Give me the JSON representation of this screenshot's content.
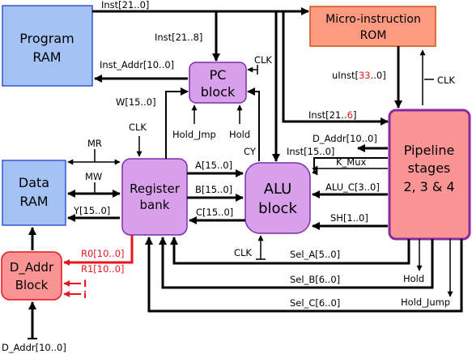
{
  "blocks": {
    "program_ram": {
      "line1": "Program",
      "line2": "RAM"
    },
    "micro_rom": {
      "line1": "Micro-instruction",
      "line2": "ROM"
    },
    "pc": {
      "line1": "PC",
      "line2": "block"
    },
    "data_ram": {
      "line1": "Data",
      "line2": "RAM"
    },
    "register_bank": {
      "line1": "Register",
      "line2": "bank"
    },
    "alu": {
      "line1": "ALU",
      "line2": "block"
    },
    "pipeline": {
      "line1": "Pipeline",
      "line2": "stages",
      "line3": "2, 3 & 4"
    },
    "d_addr": {
      "line1": "D_Addr",
      "line2": "Block"
    }
  },
  "signals": {
    "inst_top": "Inst[21..0]",
    "inst_21_8": "Inst[21..8]",
    "inst_addr": "Inst_Addr[10..0]",
    "clk_pc": "CLK",
    "uinst_prefix": "uInst[",
    "uinst_msb": "33",
    "uinst_suffix": "..0]",
    "clk_rom": "CLK",
    "w_bus": "W[15..0]",
    "inst_21_prefix": "Inst[21..",
    "inst_21_lsb": "6",
    "inst_21_suffix": "]",
    "clk_reg": "CLK",
    "hold_jmp": "Hold_Jmp",
    "hold": "Hold",
    "d_addr_bus": "D_Addr[10..0]",
    "mr": "MR",
    "cy": "CY",
    "inst_15": "Inst[15..0]",
    "a_bus": "A[15..0]",
    "k_mux": "K_Mux",
    "mw": "MW",
    "b_bus": "B[15..0]",
    "alu_c": "ALU_C[3..0]",
    "y_bus": "Y[15..0]",
    "c_bus": "C[15..0]",
    "sh": "SH[1..0]",
    "r0": "R0[10..0]",
    "r1": "R1[10..0]",
    "i_upper": "I",
    "i_lower": "i",
    "clk_alu": "CLK",
    "sel_a": "Sel_A[5..0]",
    "hold_out": "Hold",
    "sel_b": "Sel_B[6..0]",
    "sel_c": "Sel_C[6..0]",
    "hold_jump_out": "Hold_Jump",
    "d_addr_in": "D_Addr[10..0]"
  },
  "colors": {
    "ram_fill": "#a4c2f4",
    "ram_stroke": "#3355cc",
    "rom_fill": "#fd9b82",
    "rom_stroke": "#d0531a",
    "purple_fill": "#d8a0ea",
    "purple_stroke": "#7b2fa8",
    "pipeline_fill": "#fb9595",
    "pipeline_stroke": "#8a2a9e",
    "daddr_fill": "#fb9595",
    "daddr_stroke": "#e8141c",
    "red_wire": "#e8141c"
  }
}
